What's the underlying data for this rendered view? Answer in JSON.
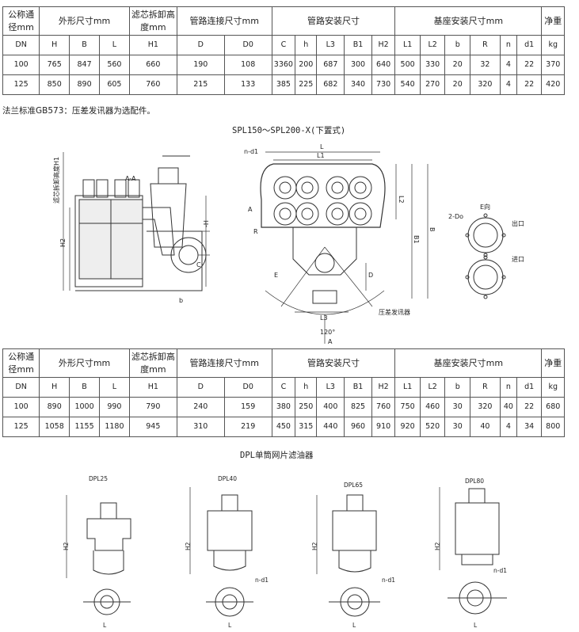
{
  "table_headers": {
    "nominal_dia": "公称通径mm",
    "outer_dims": "外形尺寸mm",
    "element_removal": "滤芯拆卸高度mm",
    "pipe_dims": "管路连接尺寸mm",
    "mount_dims": "管路安装尺寸",
    "base_dims": "基座安装尺寸mm",
    "net_weight": "净重"
  },
  "sub_headers": [
    "DN",
    "H",
    "B",
    "L",
    "H1",
    "D",
    "D0",
    "C",
    "h",
    "L3",
    "B1",
    "H2",
    "L1",
    "L2",
    "b",
    "R",
    "n",
    "d1",
    "kg"
  ],
  "table1_rows": [
    [
      "100",
      "765",
      "847",
      "560",
      "660",
      "190",
      "108",
      "3360",
      "200",
      "687",
      "300",
      "640",
      "500",
      "330",
      "20",
      "32",
      "4",
      "22",
      "370"
    ],
    [
      "125",
      "850",
      "890",
      "605",
      "760",
      "215",
      "133",
      "385",
      "225",
      "682",
      "340",
      "730",
      "540",
      "270",
      "20",
      "320",
      "4",
      "22",
      "420"
    ]
  ],
  "table2_rows": [
    [
      "100",
      "890",
      "1000",
      "990",
      "790",
      "240",
      "159",
      "380",
      "250",
      "400",
      "825",
      "760",
      "750",
      "460",
      "30",
      "320",
      "40",
      "22",
      "680"
    ],
    [
      "125",
      "1058",
      "1155",
      "1180",
      "945",
      "310",
      "219",
      "450",
      "315",
      "440",
      "960",
      "910",
      "920",
      "520",
      "30",
      "40",
      "4",
      "34",
      "800"
    ]
  ],
  "note": "法兰标准GB573：压差发讯器为选配件。",
  "caption_spl": "SPL150～SPL200-X(下置式)",
  "caption_dpl": "DPL单筒网片滤油器",
  "drawing_labels": {
    "side_height": "滤芯拆卸高度H1",
    "section": "A-A",
    "h2": "H2",
    "minus_h": "-H",
    "c": "C",
    "b": "b",
    "nd1": "n-d1",
    "l": "L",
    "l1": "L1",
    "l2": "L2",
    "b_big": "B",
    "b1": "B1",
    "a": "A",
    "r": "R",
    "e": "E",
    "d": "D",
    "l3": "L3",
    "angle": "120°",
    "sensor": "压差发讯器",
    "two_do": "2-Do",
    "e_view": "E向",
    "outlet": "出口",
    "inlet": "进口",
    "dpl25": "DPL25",
    "dpl40": "DPL40",
    "dpl65": "DPL65",
    "dpl80": "DPL80"
  }
}
